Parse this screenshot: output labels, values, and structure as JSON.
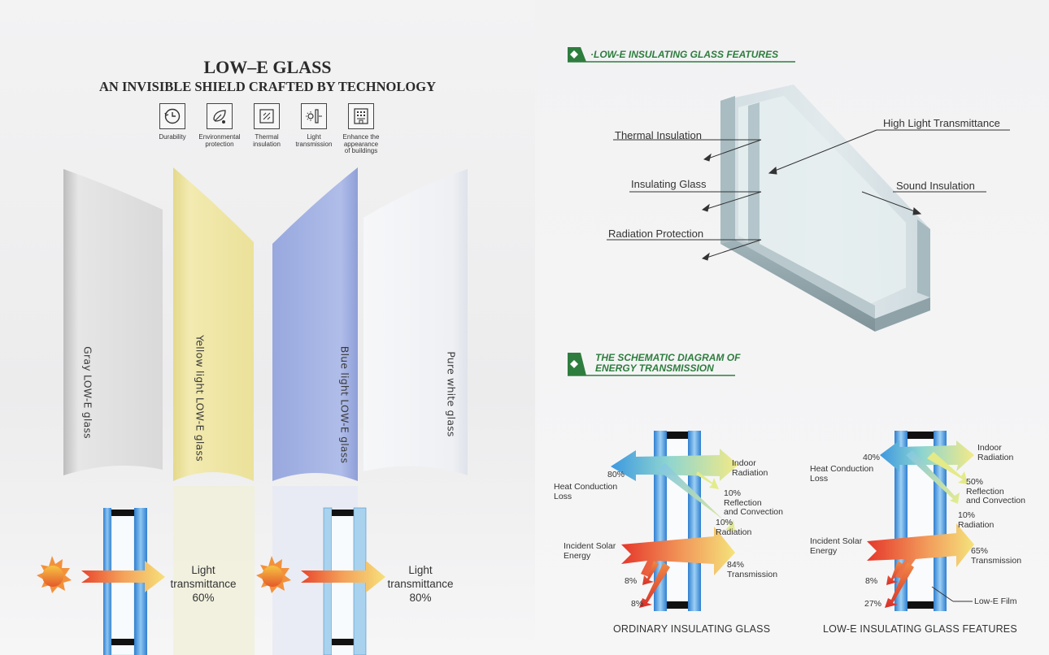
{
  "left": {
    "title": "LOW–E GLASS",
    "subtitle": "AN INVISIBLE SHIELD CRAFTED BY TECHNOLOGY",
    "features": [
      {
        "icon": "clock-icon",
        "label": "Durability"
      },
      {
        "icon": "leaf-icon",
        "label": "Environmental\nprotection"
      },
      {
        "icon": "thermal-icon",
        "label": "Thermal\ninsulation"
      },
      {
        "icon": "sun-light-icon",
        "label": "Light\ntransmission"
      },
      {
        "icon": "building-icon",
        "label": "Enhance the\nappearance\nof buildings"
      }
    ],
    "glass_types": [
      {
        "label": "Gray LOW-E glass",
        "color": "#d8d8d8"
      },
      {
        "label": "Yellow light LOW-E glass",
        "color": "#ece29c"
      },
      {
        "label": "Blue light LOW-E glass",
        "color": "#a7b4e4"
      },
      {
        "label": "Pure white glass",
        "color": "#eef0f3"
      }
    ],
    "transmittance": [
      {
        "text": "Light\ntransmittance\n60%",
        "value_percent": 60
      },
      {
        "text": "Light\ntransmittance\n80%",
        "value_percent": 80
      }
    ]
  },
  "right": {
    "features_title": "·LOW-E INSULATING GLASS FEATURES",
    "features_labels": {
      "thermal": "Thermal Insulation",
      "insulating": "Insulating Glass",
      "radiation": "Radiation Protection",
      "high_light": "High Light Transmittance",
      "sound": "Sound Insulation"
    },
    "energy_title": "THE SCHEMATIC DIAGRAM OF\nENERGY TRANSMISSION",
    "ordinary": {
      "caption": "ORDINARY INSULATING GLASS",
      "heat_pct": "80%",
      "heat_label": "Heat Conduction\nLoss",
      "indoor": "Indoor\nRadiation",
      "reflection": "10%\nReflection\nand Convection",
      "radiation": "10%\nRadiation",
      "incident": "Incident Solar\nEnergy",
      "transmission": "84%\nTransmission",
      "refl_1": "8%",
      "refl_2": "8%"
    },
    "lowe": {
      "caption": "LOW-E INSULATING GLASS FEATURES",
      "heat_pct": "40%",
      "heat_label": "Heat Conduction\nLoss",
      "indoor": "Indoor\nRadiation",
      "reflection": "50%\nReflection\nand Convection",
      "radiation": "10%\nRadiation",
      "incident": "Incident Solar\nEnergy",
      "transmission": "65%\nTransmission",
      "refl_1": "8%",
      "refl_2": "27%",
      "film": "Low-E Film"
    }
  },
  "colors": {
    "brand_green": "#2e7d3e",
    "glass_blue": "#3d8fd6"
  }
}
